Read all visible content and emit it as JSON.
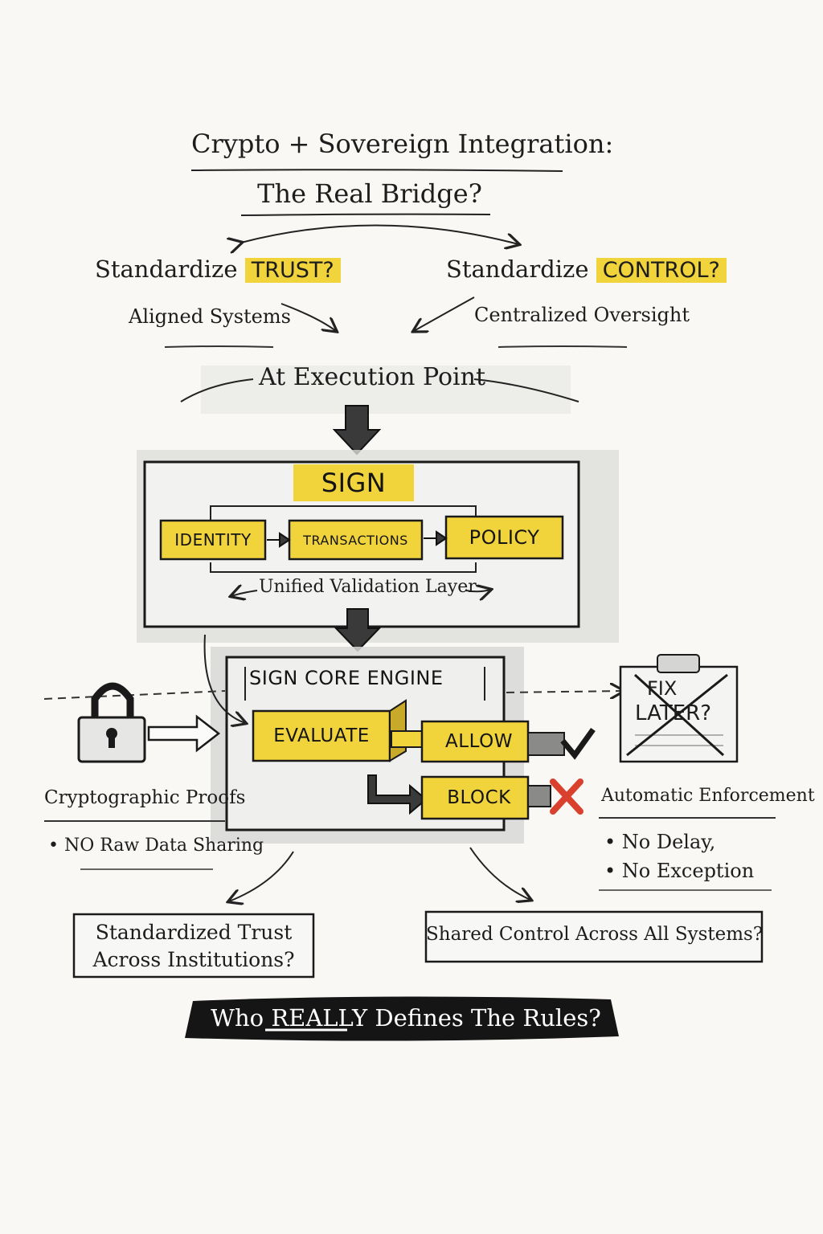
{
  "title": {
    "line1": "Crypto + Sovereign Integration:",
    "line2": "The Real Bridge?"
  },
  "left_question": {
    "prefix": "Standardize",
    "highlight": "TRUST?",
    "subtitle": "Aligned Systems"
  },
  "right_question": {
    "prefix": "Standardize",
    "highlight": "CONTROL?",
    "subtitle": "Centralized Oversight"
  },
  "execution_label": "At Execution Point",
  "sign_box": {
    "title": "SIGN",
    "items": [
      "IDENTITY",
      "TRANSACTIONS",
      "POLICY"
    ],
    "caption": "Unified Validation Layer"
  },
  "engine": {
    "title": "SIGN CORE ENGINE",
    "evaluate": "EVALUATE",
    "allow": "ALLOW",
    "block": "BLOCK"
  },
  "fix_later": {
    "line1": "FIX",
    "line2": "LATER?"
  },
  "left_notes": {
    "title": "Cryptographic Proofs",
    "bullet": "• NO Raw Data Sharing"
  },
  "right_notes": {
    "title": "Automatic Enforcement",
    "bullets": [
      "• No Delay,",
      "• No Exception"
    ]
  },
  "outcomes": {
    "left": [
      "Standardized Trust",
      "Across Institutions?"
    ],
    "right": "Shared Control Across All Systems?"
  },
  "footer": {
    "before": "Who",
    "emphasis": "REALLY",
    "after": "Defines The Rules?"
  },
  "colors": {
    "highlight": "#f1d33c",
    "ink": "#1d1d1d",
    "block_x": "#d9412e",
    "footer_band": "#151515"
  },
  "icons": [
    "padlock-icon",
    "check-icon",
    "x-mark-icon",
    "clipboard-icon"
  ]
}
